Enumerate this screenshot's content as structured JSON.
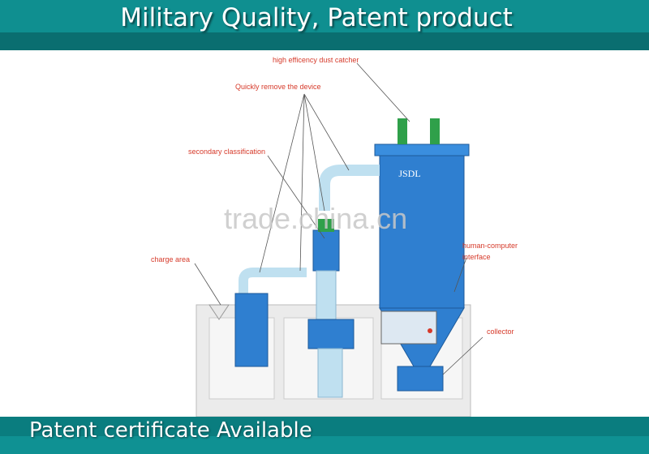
{
  "header": {
    "title": "Military Quality, Patent product"
  },
  "footer": {
    "title": "Patent certificate Available"
  },
  "diagram": {
    "labels": {
      "dust_catcher": "high efficency dust catcher",
      "remove_device": "Quickly remove the device",
      "secondary": "secondary classification",
      "charge": "charge area",
      "hci_line1": "human-computer",
      "hci_line2": "interface",
      "collector": "collector"
    },
    "brand": "JSDL",
    "watermark": "trade.china.cn",
    "colors": {
      "banner": "#0f8f90",
      "machine_blue": "#2f7fd0",
      "frame": "#e8e8e8",
      "label_red": "#d63a2a"
    }
  }
}
